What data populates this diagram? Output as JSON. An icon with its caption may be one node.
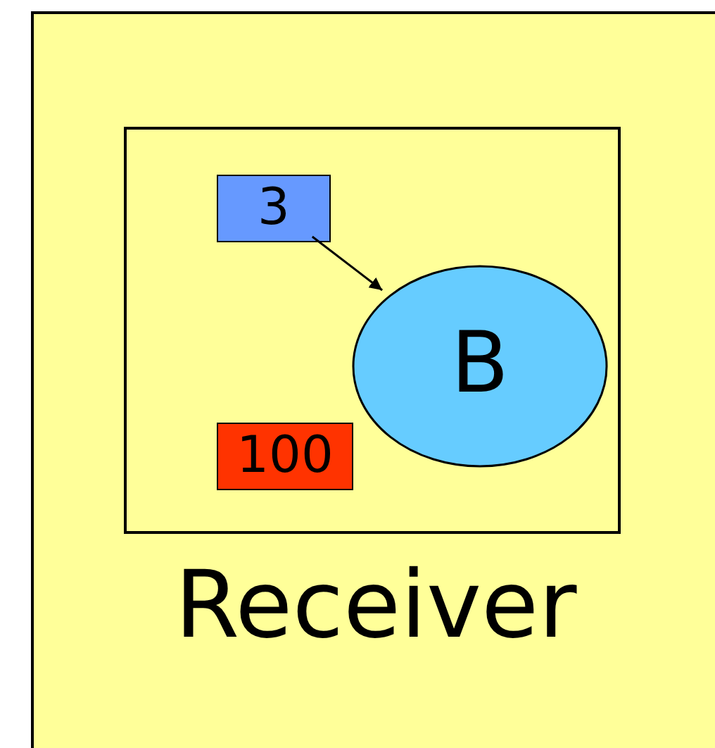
{
  "diagram": {
    "nodes": [
      {
        "text": [
          "Receiver"
        ]
      },
      {
        "text": [],
        "shape": "box",
        "in": 0
      },
      {
        "text": [
          "3"
        ],
        "in": 1
      },
      {
        "text": [
          "B"
        ],
        "in": 1
      },
      {
        "text": [
          "100"
        ],
        "in": 1
      }
    ],
    "edges": [
      {
        "from": 2,
        "to": 3,
        "arrow": "to"
      }
    ]
  }
}
